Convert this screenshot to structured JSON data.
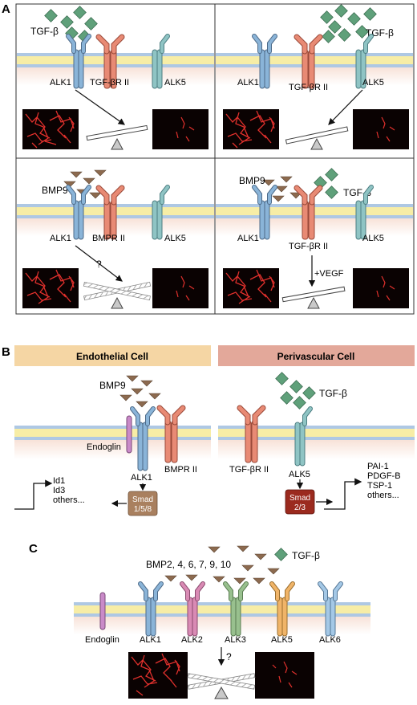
{
  "panelA": {
    "letter": "A",
    "q1": {
      "ligand": "TGF-β",
      "r1": "ALK1",
      "r2": "TGF-βR II",
      "r3": "ALK5"
    },
    "q2": {
      "ligand": "TGF-β",
      "r1": "ALK1",
      "r2": "TGF-βR II",
      "r3": "ALK5"
    },
    "q3": {
      "ligand": "BMP9",
      "r1": "ALK1",
      "r2": "BMPR II",
      "r3": "ALK5",
      "question": "?"
    },
    "q4": {
      "ligand1": "BMP9",
      "ligand2": "TGF-β",
      "r1": "ALK1",
      "r2": "TGF-βR II",
      "r3": "ALK5",
      "vegf": "+VEGF"
    }
  },
  "panelB": {
    "letter": "B",
    "endothelial": {
      "title": "Endothelial Cell",
      "ligand": "BMP9",
      "coreceptor": "Endoglin",
      "receptor": "ALK1",
      "type2": "BMPR II",
      "smad_line1": "Smad",
      "smad_line2": "1/5/8",
      "targets": [
        "Id1",
        "Id3",
        "others..."
      ]
    },
    "perivascular": {
      "title": "Perivascular Cell",
      "ligand": "TGF-β",
      "type2": "TGF-βR II",
      "receptor": "ALK5",
      "smad_line1": "Smad",
      "smad_line2": "2/3",
      "targets": [
        "PAI-1",
        "PDGF-B",
        "TSP-1",
        "others..."
      ]
    }
  },
  "panelC": {
    "letter": "C",
    "bmp_label": "BMP2, 4, 6, 7, 9, 10",
    "tgf_label": "TGF-β",
    "receptors": [
      "Endoglin",
      "ALK1",
      "ALK2",
      "ALK3",
      "ALK5",
      "ALK6"
    ],
    "question": "?"
  },
  "colors": {
    "tgf_diamond": "#5fa07a",
    "bmp_triangle": "#8c6a4f",
    "alk1": "#8ab4d8",
    "alk5": "#8fc4c4",
    "type2": "#e88a74",
    "endoglin": "#c98ac8",
    "alk2": "#d98ab4",
    "alk3": "#98c08e",
    "alk5c": "#f0b468",
    "alk6": "#a4c8e6",
    "smad158": "#a9805f",
    "smad23": "#9b2a1e",
    "header_endo": "#f5d6a4",
    "header_peri": "#e3a89a"
  }
}
